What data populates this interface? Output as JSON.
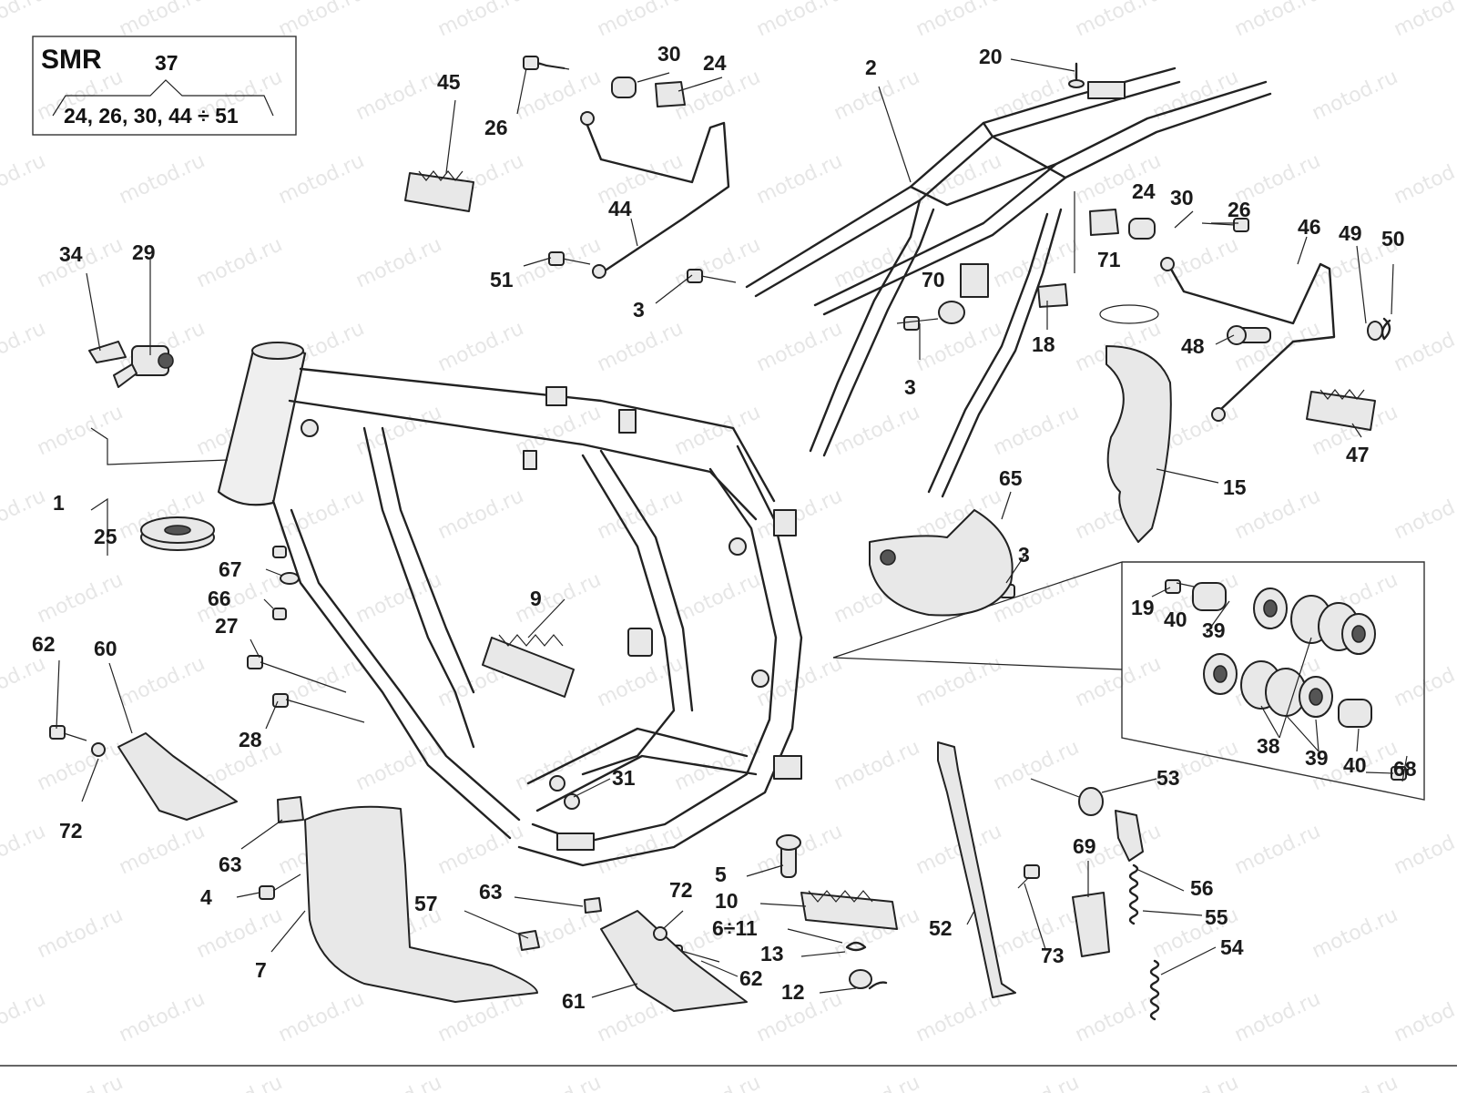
{
  "watermark": "motod.ru",
  "legend": {
    "model": "SMR",
    "number": "37",
    "parts": "24, 26, 30, 44 ÷ 51"
  },
  "callouts": [
    {
      "id": "c1",
      "text": "1"
    },
    {
      "id": "c2",
      "text": "2"
    },
    {
      "id": "c3a",
      "text": "3"
    },
    {
      "id": "c3b",
      "text": "3"
    },
    {
      "id": "c3c",
      "text": "3"
    },
    {
      "id": "c4",
      "text": "4"
    },
    {
      "id": "c5",
      "text": "5"
    },
    {
      "id": "c6_11",
      "text": "6÷11"
    },
    {
      "id": "c7",
      "text": "7"
    },
    {
      "id": "c9",
      "text": "9"
    },
    {
      "id": "c10",
      "text": "10"
    },
    {
      "id": "c12",
      "text": "12"
    },
    {
      "id": "c13",
      "text": "13"
    },
    {
      "id": "c15",
      "text": "15"
    },
    {
      "id": "c18",
      "text": "18"
    },
    {
      "id": "c19",
      "text": "19"
    },
    {
      "id": "c20",
      "text": "20"
    },
    {
      "id": "c24a",
      "text": "24"
    },
    {
      "id": "c24b",
      "text": "24"
    },
    {
      "id": "c25",
      "text": "25"
    },
    {
      "id": "c26a",
      "text": "26"
    },
    {
      "id": "c26b",
      "text": "26"
    },
    {
      "id": "c27",
      "text": "27"
    },
    {
      "id": "c28",
      "text": "28"
    },
    {
      "id": "c29",
      "text": "29"
    },
    {
      "id": "c30a",
      "text": "30"
    },
    {
      "id": "c30b",
      "text": "30"
    },
    {
      "id": "c31",
      "text": "31"
    },
    {
      "id": "c34",
      "text": "34"
    },
    {
      "id": "c38",
      "text": "38"
    },
    {
      "id": "c39a",
      "text": "39"
    },
    {
      "id": "c39b",
      "text": "39"
    },
    {
      "id": "c40a",
      "text": "40"
    },
    {
      "id": "c40b",
      "text": "40"
    },
    {
      "id": "c44",
      "text": "44"
    },
    {
      "id": "c45",
      "text": "45"
    },
    {
      "id": "c46",
      "text": "46"
    },
    {
      "id": "c47",
      "text": "47"
    },
    {
      "id": "c48",
      "text": "48"
    },
    {
      "id": "c49",
      "text": "49"
    },
    {
      "id": "c50",
      "text": "50"
    },
    {
      "id": "c51",
      "text": "51"
    },
    {
      "id": "c52",
      "text": "52"
    },
    {
      "id": "c53",
      "text": "53"
    },
    {
      "id": "c54",
      "text": "54"
    },
    {
      "id": "c55",
      "text": "55"
    },
    {
      "id": "c56",
      "text": "56"
    },
    {
      "id": "c57",
      "text": "57"
    },
    {
      "id": "c60",
      "text": "60"
    },
    {
      "id": "c61",
      "text": "61"
    },
    {
      "id": "c62a",
      "text": "62"
    },
    {
      "id": "c62b",
      "text": "62"
    },
    {
      "id": "c63a",
      "text": "63"
    },
    {
      "id": "c63b",
      "text": "63"
    },
    {
      "id": "c65",
      "text": "65"
    },
    {
      "id": "c66",
      "text": "66"
    },
    {
      "id": "c67",
      "text": "67"
    },
    {
      "id": "c68",
      "text": "68"
    },
    {
      "id": "c69",
      "text": "69"
    },
    {
      "id": "c70",
      "text": "70"
    },
    {
      "id": "c71",
      "text": "71"
    },
    {
      "id": "c72a",
      "text": "72"
    },
    {
      "id": "c72b",
      "text": "72"
    },
    {
      "id": "c73",
      "text": "73"
    }
  ]
}
